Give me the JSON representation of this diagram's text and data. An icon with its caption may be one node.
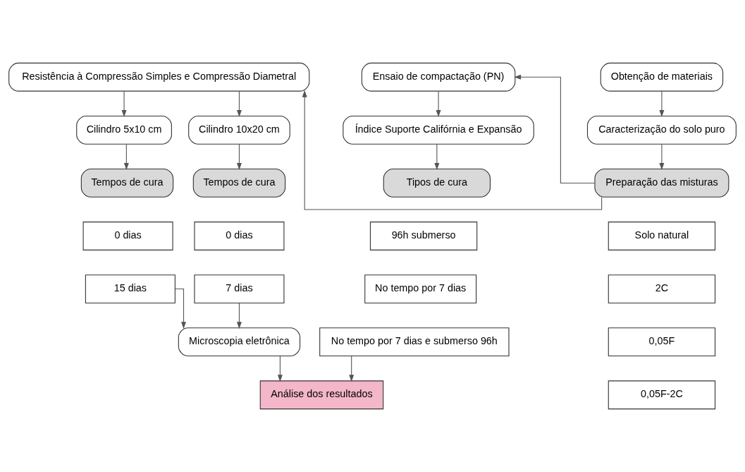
{
  "diagram": {
    "nodes": [
      {
        "text": [
          "Resistência à Compressão Simples e Compressão Diametral"
        ]
      },
      {
        "text": [
          "Obtenção de materiais"
        ]
      },
      {
        "text": [
          "Ensaio de compactação (PN)"
        ]
      },
      {
        "text": [
          "Cilindro 5x10 cm"
        ]
      },
      {
        "text": [
          "Cilindro 10x20 cm"
        ]
      },
      {
        "text": [
          "Caracterização do solo puro"
        ]
      },
      {
        "text": [
          "Índice Suporte Califórnia e Expansão"
        ]
      },
      {
        "text": [
          "Tempos de cura"
        ]
      },
      {
        "text": [
          "0 dias"
        ]
      },
      {
        "text": [
          "15 dias"
        ]
      },
      {
        "text": [
          "Tempos de cura"
        ]
      },
      {
        "text": [
          "0 dias"
        ]
      },
      {
        "text": [
          "7 dias"
        ]
      },
      {
        "text": [
          "Preparação das misturas"
        ]
      },
      {
        "text": [
          "Solo natural"
        ]
      },
      {
        "text": [
          "2C"
        ]
      },
      {
        "text": [
          "0,05F"
        ]
      },
      {
        "text": [
          "0,05F-2C"
        ]
      },
      {
        "text": [
          "Tipos de cura"
        ]
      },
      {
        "text": [
          "96h submerso"
        ]
      },
      {
        "text": [
          "No tempo por 7 dias"
        ]
      },
      {
        "text": [
          "No tempo por 7 dias e submerso 96h"
        ]
      },
      {
        "text": [
          "Microscopia eletrônica"
        ]
      },
      {
        "text": [
          "Análise dos resultados"
        ]
      }
    ],
    "edges": [
      {
        "from": 13,
        "to": 0,
        "arrow": "to"
      },
      {
        "from": 13,
        "to": 2,
        "arrow": "to"
      },
      {
        "from": 1,
        "to": 5,
        "arrow": "to"
      },
      {
        "from": 5,
        "to": 13,
        "arrow": "to"
      },
      {
        "from": 2,
        "to": 6,
        "arrow": "to"
      },
      {
        "from": 6,
        "to": 18,
        "arrow": "to"
      },
      {
        "from": 0,
        "to": 3,
        "arrow": "to"
      },
      {
        "from": 0,
        "to": 4,
        "arrow": "to"
      },
      {
        "from": 3,
        "to": 7,
        "arrow": "to"
      },
      {
        "from": 4,
        "to": 10,
        "arrow": "to"
      },
      {
        "from": 9,
        "to": 22,
        "arrow": "to"
      },
      {
        "from": 12,
        "to": 22,
        "arrow": "to"
      },
      {
        "from": 22,
        "to": 23,
        "arrow": "to"
      },
      {
        "from": 21,
        "to": 23,
        "arrow": "to"
      }
    ]
  }
}
